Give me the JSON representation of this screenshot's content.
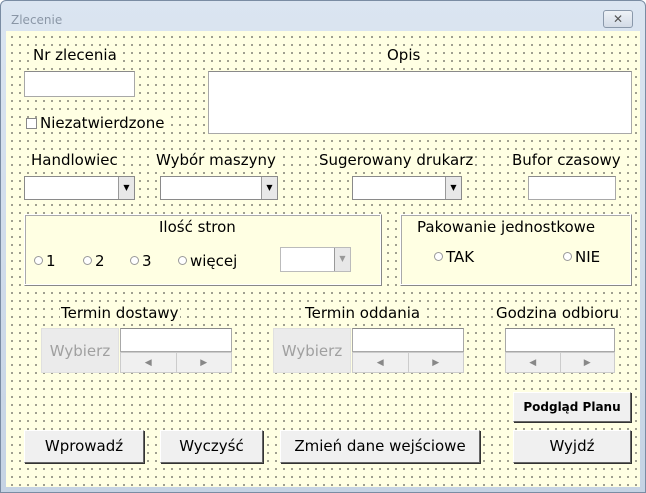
{
  "window": {
    "title": "Zlecenie",
    "close": "✕"
  },
  "labels": {
    "nr": "Nr zlecenia",
    "opis": "Opis",
    "niezatwierdzone": "Niezatwierdzone",
    "handlowiec": "Handlowiec",
    "maszyna": "Wybór maszyny",
    "drukarz": "Sugerowany drukarz",
    "bufor": "Bufor czasowy",
    "termin_dostawy": "Termin dostawy",
    "termin_oddania": "Termin oddania",
    "godzina": "Godzina odbioru"
  },
  "ilosc": {
    "title": "Ilość stron",
    "options": [
      "1",
      "2",
      "3",
      "więcej"
    ]
  },
  "pakowanie": {
    "title": "Pakowanie jednostkowe",
    "options": [
      "TAK",
      "NIE"
    ]
  },
  "buttons": {
    "wybierz": "Wybierz",
    "podglad": "Podgląd Planu",
    "wprowadz": "Wprowadź",
    "wyczysc": "Wyczyść",
    "zmien": "Zmień dane wejściowe",
    "wyjdz": "Wyjdź"
  },
  "icons": {
    "down": "▼",
    "left": "◀",
    "right": "▶"
  }
}
